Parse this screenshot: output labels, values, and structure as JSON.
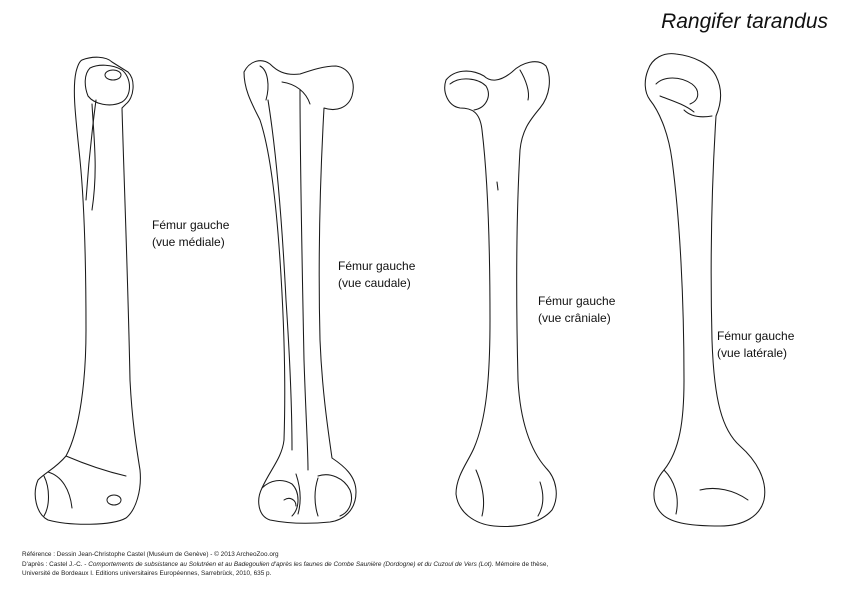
{
  "species": "Rangifer tarandus",
  "views": [
    {
      "line1": "Fémur gauche",
      "line2": "(vue médiale)"
    },
    {
      "line1": "Fémur gauche",
      "line2": "(vue caudale)"
    },
    {
      "line1": "Fémur gauche",
      "line2": "(vue crâniale)"
    },
    {
      "line1": "Fémur gauche",
      "line2": "(vue latérale)"
    }
  ],
  "footer": {
    "reference": "Référence : Dessin Jean-Christophe Castel (Muséum de Genève) - © 2013 ArcheoZoo.org",
    "source_prefix": "D'après : Castel J.-C. - ",
    "source_title": "Comportements de subsistance au Solutréen et au Badegoulien d'après les faunes de Combe Saunière (Dordogne) et du Cuzoul de Vers (Lot)",
    "source_suffix": ". Mémoire de thèse,",
    "source_line2": "Université de Bordeaux I. Editions universitaires Européennes, Sarrebrück, 2010, 635 p."
  }
}
